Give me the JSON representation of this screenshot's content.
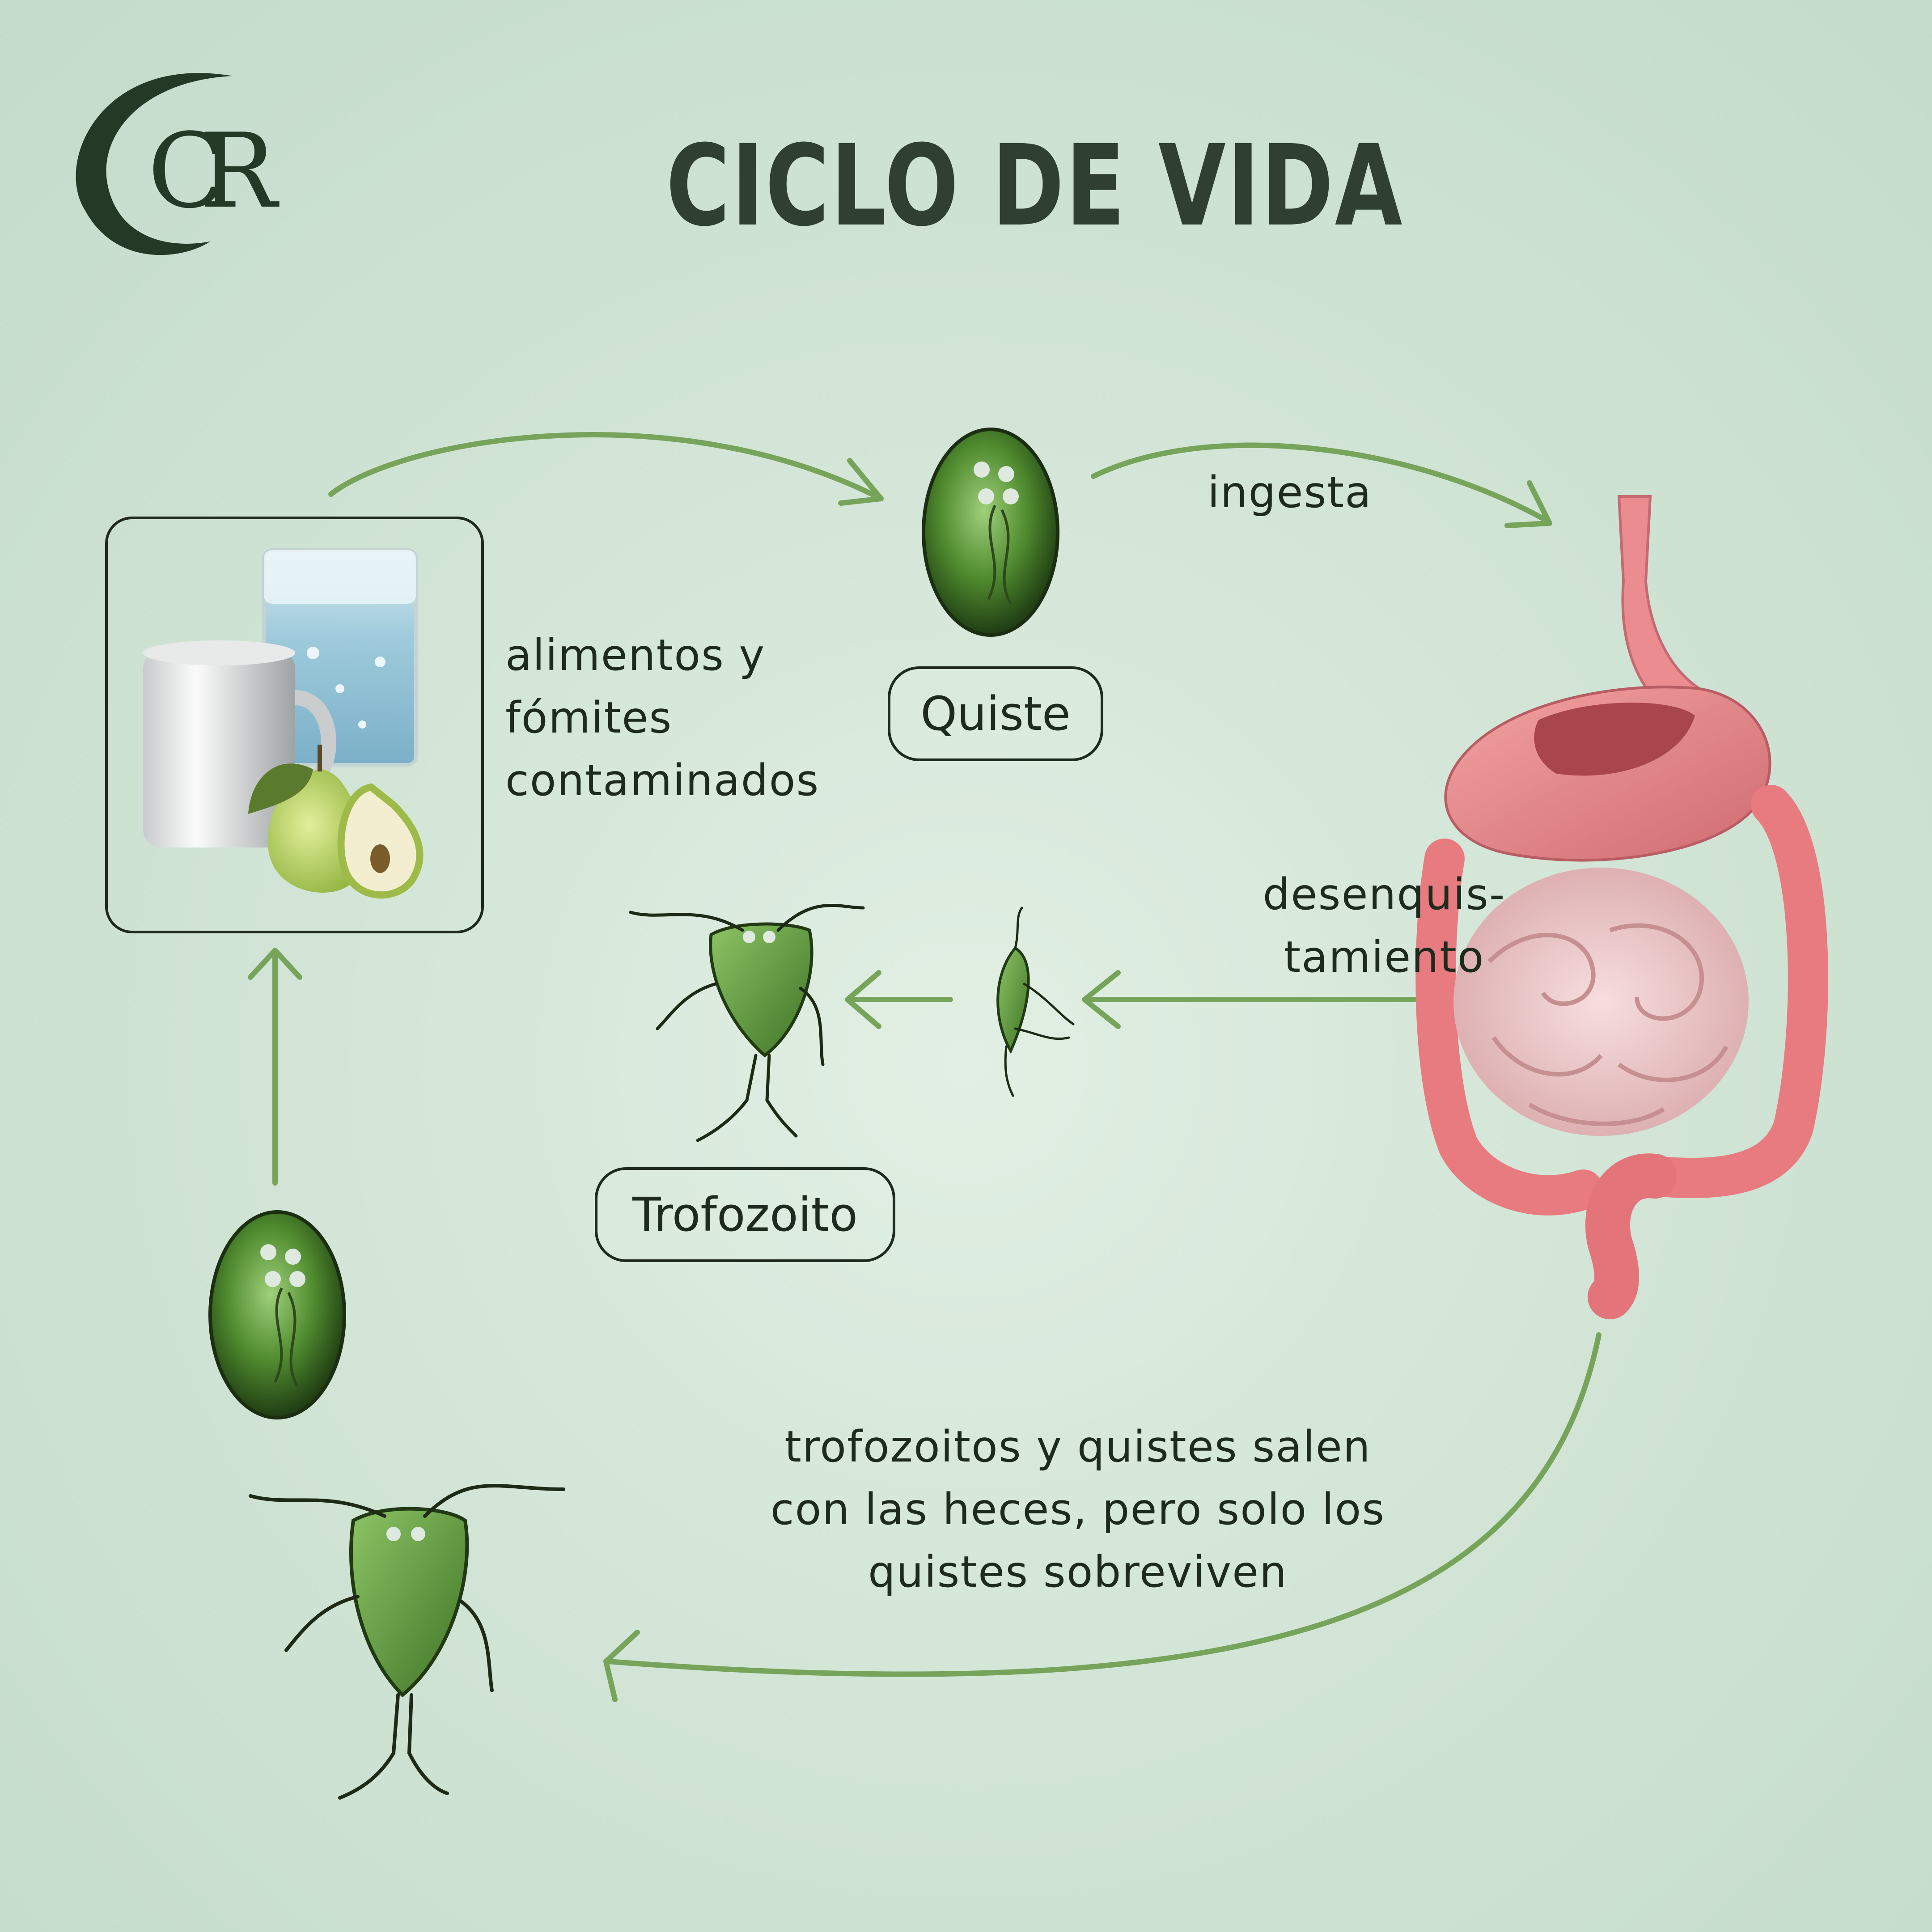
{
  "header": {
    "title": "CICLO DE VIDA"
  },
  "logo": {
    "letters": "CR"
  },
  "labels": {
    "sources": [
      "alimentos y",
      "fómites",
      "contaminados"
    ],
    "ingesta": "ingesta",
    "excystation": [
      "desenquis-",
      "tamiento"
    ],
    "shedding": [
      "trofozoitos y quistes salen",
      "con las heces, pero solo los",
      "quistes sobreviven"
    ]
  },
  "stages": {
    "cyst": "Quiste",
    "trophozoite": "Trofozoito"
  },
  "colors": {
    "accent": "#76a45a",
    "title": "#2f4030",
    "text": "#1f2a1f",
    "parasite": "#5f9a3c",
    "digestive": "#e9868a"
  }
}
